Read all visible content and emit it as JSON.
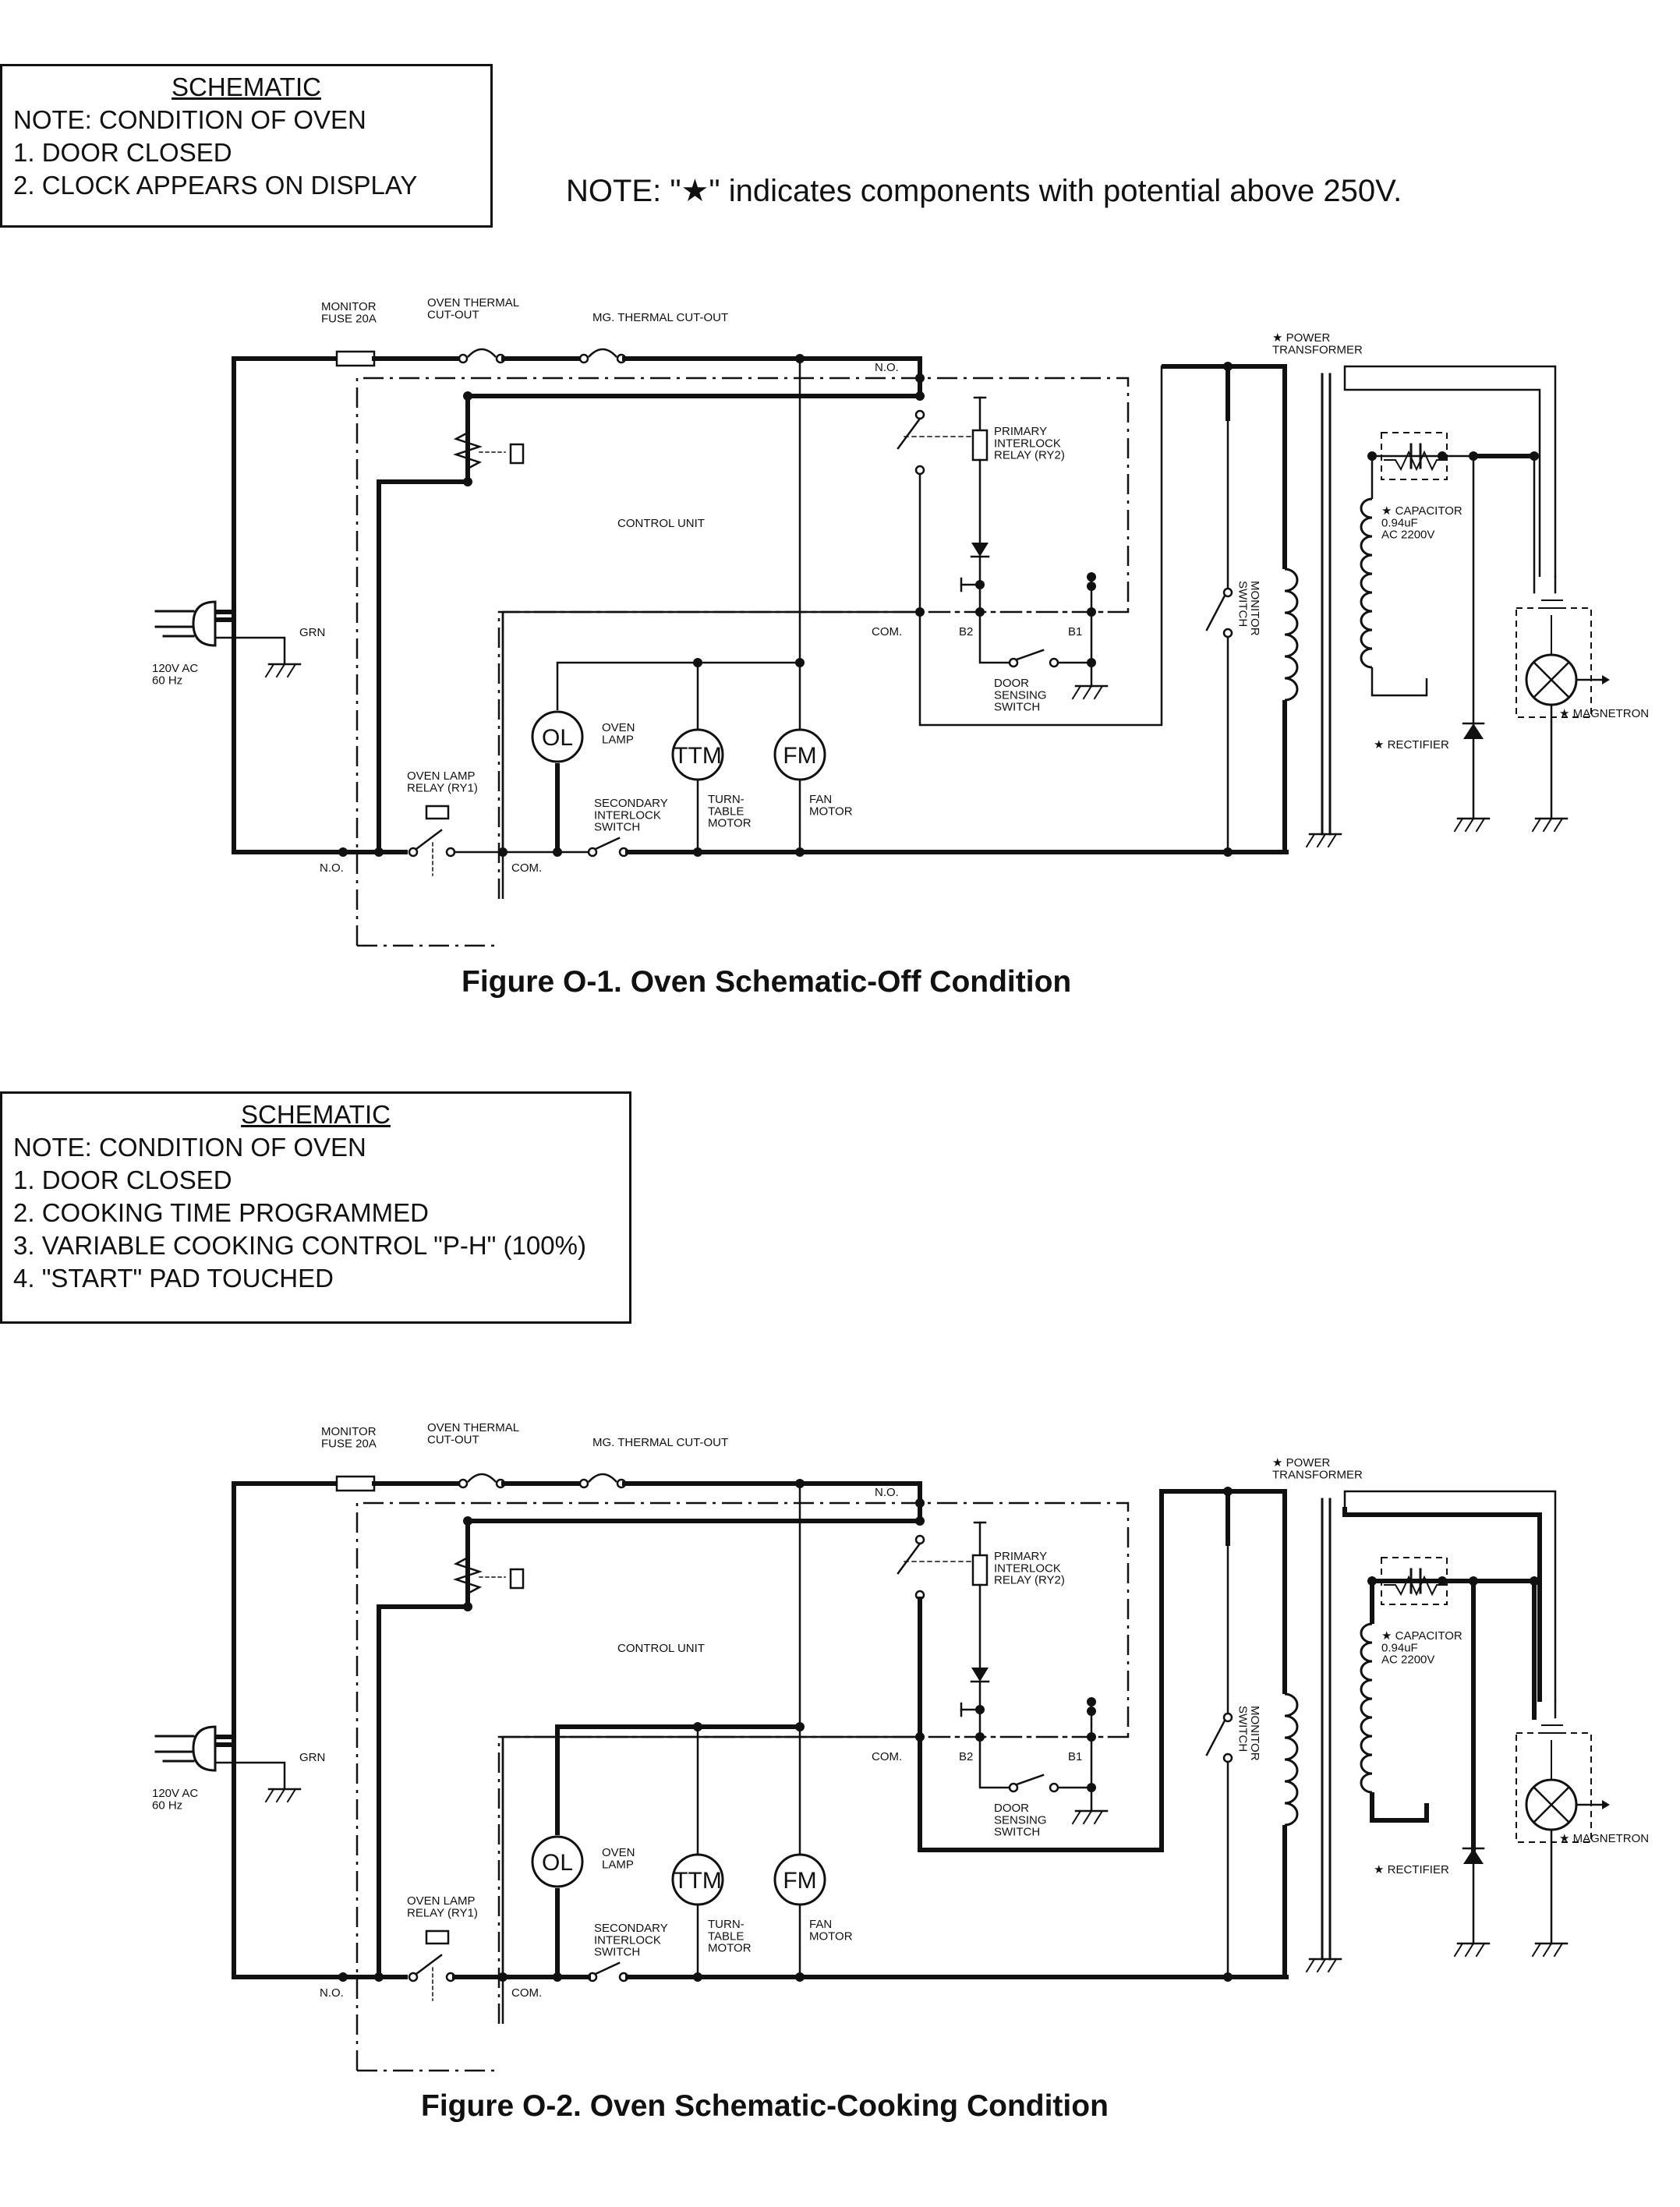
{
  "note_star": "NOTE: \"★\" indicates components with potential above 250V.",
  "notes": [
    {
      "title": "SCHEMATIC",
      "lines": [
        "NOTE: CONDITION OF OVEN",
        "1.  DOOR CLOSED",
        "2.  CLOCK APPEARS ON DISPLAY"
      ]
    },
    {
      "title": "SCHEMATIC",
      "lines": [
        "NOTE: CONDITION OF OVEN",
        "1.  DOOR CLOSED",
        "2.  COOKING TIME PROGRAMMED",
        "3.  VARIABLE COOKING CONTROL \"P-H\" (100%)",
        "4.  \"START\" PAD TOUCHED"
      ]
    }
  ],
  "captions": [
    "Figure O-1. Oven Schematic-Off Condition",
    "Figure O-2. Oven Schematic-Cooking Condition"
  ],
  "labels": {
    "monitor_fuse": [
      "MONITOR",
      "FUSE 20A"
    ],
    "oven_thermal": [
      "OVEN THERMAL",
      "CUT-OUT"
    ],
    "mg_thermal": "MG. THERMAL CUT-OUT",
    "no": "N.O.",
    "com": "COM.",
    "control_unit": "CONTROL UNIT",
    "primary_relay": [
      "PRIMARY",
      "INTERLOCK",
      "RELAY (RY2)"
    ],
    "b1": "B1",
    "b2": "B2",
    "door_sensing": [
      "DOOR",
      "SENSING",
      "SWITCH"
    ],
    "grn": "GRN",
    "ac_supply": [
      "120V AC",
      "60 Hz"
    ],
    "ol": "OL",
    "oven_lamp": [
      "OVEN",
      "LAMP"
    ],
    "ttm": "TTM",
    "turntable": [
      "TURN-",
      "TABLE",
      "MOTOR"
    ],
    "fm": "FM",
    "fan_motor": [
      "FAN",
      "MOTOR"
    ],
    "lamp_relay": [
      "OVEN LAMP",
      "RELAY (RY1)"
    ],
    "secondary": [
      "SECONDARY",
      "INTERLOCK",
      "SWITCH"
    ],
    "monitor_switch": [
      "MONITOR",
      "SWITCH"
    ],
    "power_tr": [
      "★ POWER",
      "TRANSFORMER"
    ],
    "capacitor": [
      "★ CAPACITOR",
      "0.94uF",
      "AC 2200V"
    ],
    "rectifier": "★ RECTIFIER",
    "magnetron": "★ MAGNETRON"
  }
}
